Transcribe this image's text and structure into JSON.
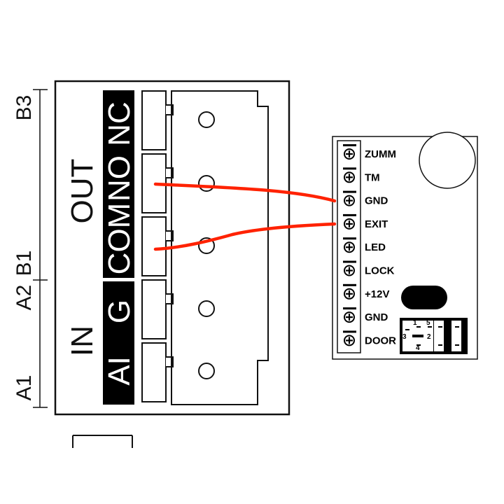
{
  "dimensions": {
    "b3": "B3",
    "b1": "B1",
    "a2": "A2",
    "a1": "A1"
  },
  "connector": {
    "out_label": "OUT",
    "in_label": "IN",
    "pins": {
      "nc": "NC",
      "no": "NO",
      "com": "COM",
      "g": "G",
      "ai": "AI"
    }
  },
  "module": {
    "terminals": [
      "ZUMM",
      "TM",
      "GND",
      "EXIT",
      "LED",
      "LOCK",
      "+12V",
      "GND",
      "DOOR"
    ],
    "jumper_pins": [
      "1",
      "5",
      "3",
      "2",
      "4"
    ]
  },
  "colors": {
    "wire": "#ff2200",
    "line": "#111111",
    "label_bg": "#000000",
    "label_text": "#ffffff"
  }
}
